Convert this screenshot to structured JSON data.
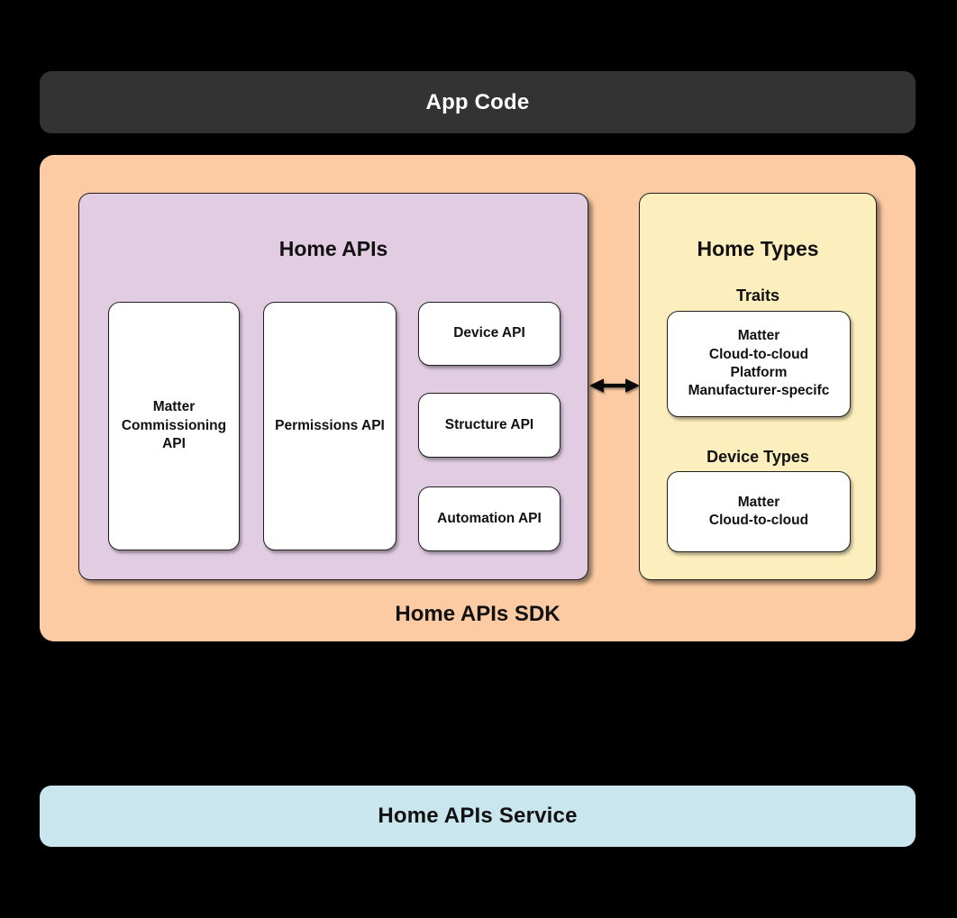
{
  "colors": {
    "background": "#000000",
    "app_code_bg": "#333333",
    "sdk_bg": "#FCCBA3",
    "home_apis_bg": "#E1CCE2",
    "home_types_bg": "#FDEEBD",
    "service_bg": "#C9E6EF",
    "card_bg": "#FFFFFF"
  },
  "app_code": {
    "label": "App Code"
  },
  "sdk": {
    "label": "Home APIs SDK",
    "home_apis": {
      "title": "Home APIs",
      "tall_cards": [
        {
          "label": "Matter\nCommissioning\nAPI"
        },
        {
          "label": "Permissions API"
        }
      ],
      "small_cards": [
        {
          "label": "Device API"
        },
        {
          "label": "Structure API"
        },
        {
          "label": "Automation API"
        }
      ]
    },
    "arrow": {
      "icon": "double-arrow"
    },
    "home_types": {
      "title": "Home Types",
      "sections": [
        {
          "heading": "Traits",
          "lines": "Matter\nCloud-to-cloud\nPlatform\nManufacturer-specifc"
        },
        {
          "heading": "Device Types",
          "lines": "Matter\nCloud-to-cloud"
        }
      ]
    }
  },
  "service": {
    "label": "Home APIs Service"
  }
}
